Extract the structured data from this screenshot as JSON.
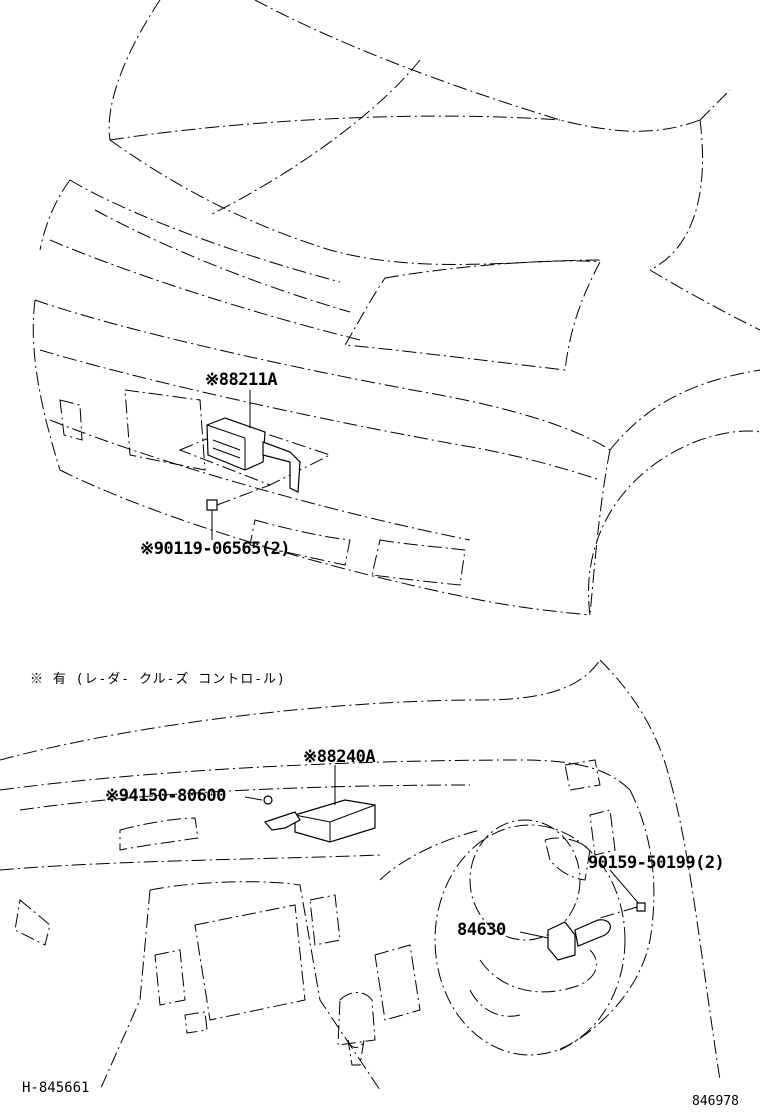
{
  "top_view": {
    "callouts": [
      {
        "id": "radar-sensor",
        "text": "※88211A"
      },
      {
        "id": "bolt",
        "text": "※90119-06565(2)"
      }
    ]
  },
  "legend_note": "※ 有 (レ-ダ- クル-ズ コントロ-ル)",
  "bottom_view": {
    "callouts": [
      {
        "id": "cruise-computer",
        "text": "※88240A"
      },
      {
        "id": "nut",
        "text": "※94150-80600"
      },
      {
        "id": "screw",
        "text": "90159-50199(2)"
      },
      {
        "id": "switch",
        "text": "84630"
      }
    ]
  },
  "footer": {
    "left_code": "H-845661",
    "right_code": "846978"
  }
}
